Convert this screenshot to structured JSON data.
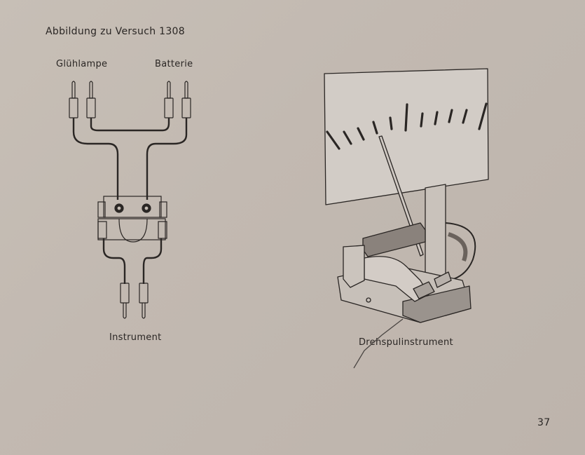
{
  "caption": "Abbildung zu Versuch 1308",
  "labels": {
    "lamp": "Glühlampe",
    "battery": "Batterie",
    "instrument": "Instrument",
    "drehspul": "Drehspulinstrument"
  },
  "page_number": "37",
  "colors": {
    "paper": "#c4bcb4",
    "ink": "#2a2624"
  }
}
